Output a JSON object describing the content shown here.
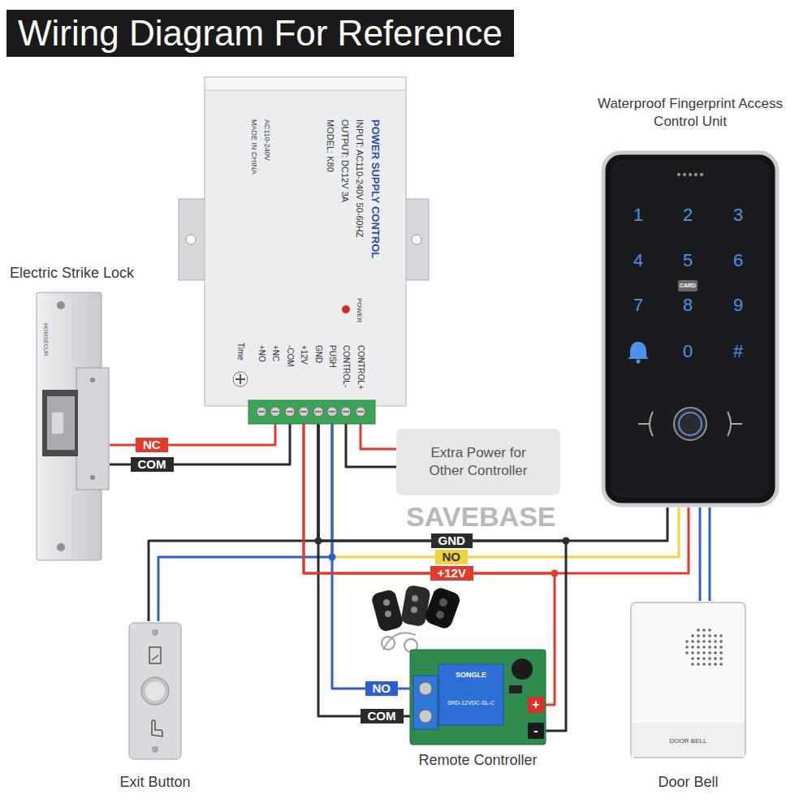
{
  "diagram": {
    "title": "Wiring Diagram For Reference",
    "nodes": [
      {
        "text": [
          "Electric Strike Lock",
          "HOMSECUR"
        ]
      },
      {
        "text": [
          "POWER SUPPLY CONTROL",
          "INPUT: AC110-240V 50-60HZ",
          "OUTPUT: DC12V 3A",
          "MODEL: K80",
          "AC110-240V",
          "MADE IN CHINA",
          "POWER",
          "Time",
          "+NO",
          "+NC",
          "-COM",
          "+12V",
          "GND",
          "PUSH",
          "CONTROL-",
          "CONTROL+"
        ]
      },
      {
        "text": [
          "Waterproof Fingerprint Access Control Unit",
          "1",
          "2",
          "3",
          "4",
          "5",
          "CARD",
          "6",
          "7",
          "8",
          "9",
          "0",
          "#"
        ]
      },
      {
        "text": [
          "Extra Power for Other Controller"
        ]
      },
      {
        "text": [
          "Exit Button"
        ]
      },
      {
        "text": [
          "Remote Controller",
          "SONGLE",
          "SRD-12VDC-SL-C",
          "+",
          "-"
        ]
      },
      {
        "text": [
          "Door Bell",
          "DOOR BELL"
        ]
      }
    ],
    "edges": [
      {
        "from": 0,
        "to": 1,
        "label": "NC",
        "arrow": "none"
      },
      {
        "from": 0,
        "to": 1,
        "label": "COM",
        "arrow": "none"
      },
      {
        "from": 1,
        "to": 3,
        "arrow": "none"
      },
      {
        "from": 1,
        "to": 3,
        "arrow": "none"
      },
      {
        "from": 1,
        "to": 2,
        "label": "GND",
        "arrow": "none"
      },
      {
        "from": 1,
        "to": 2,
        "label": "NO",
        "arrow": "none"
      },
      {
        "from": 1,
        "to": 2,
        "label": "+12V",
        "arrow": "none"
      },
      {
        "from": 1,
        "to": 4,
        "arrow": "none"
      },
      {
        "from": 1,
        "to": 4,
        "arrow": "none"
      },
      {
        "from": 1,
        "to": 5,
        "label": "NO",
        "arrow": "none"
      },
      {
        "from": 1,
        "to": 5,
        "label": "COM",
        "arrow": "none"
      },
      {
        "from": 1,
        "to": 5,
        "arrow": "none"
      },
      {
        "from": 1,
        "to": 5,
        "arrow": "none"
      },
      {
        "from": 2,
        "to": 6,
        "arrow": "none"
      },
      {
        "from": 2,
        "to": 6,
        "arrow": "none"
      }
    ],
    "labels": [
      "SAVEBASE"
    ]
  }
}
